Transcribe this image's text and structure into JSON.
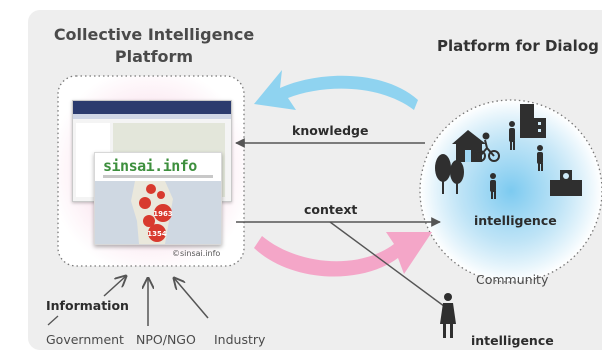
{
  "left_title": "Collective Intelligence Platform",
  "right_title": "Platform for Dialog",
  "site_brand": "sinsai.info",
  "site_copyright": "©sinsai.info",
  "arrow_labels": {
    "knowledge": "knowledge",
    "context": "context"
  },
  "cluster_values": [
    "1963",
    "1354"
  ],
  "community": {
    "label": "Community",
    "intelligence": "intelligence"
  },
  "individual": {
    "intelligence": "intelligence"
  },
  "sources": {
    "information": "Information",
    "items": [
      "Government",
      "NPO/NGO",
      "Industry"
    ]
  },
  "colors": {
    "background_panel": "#eeeeee",
    "cycle_arrow_top": "#8fd3f0",
    "cycle_arrow_bottom": "#f4a6c8",
    "community_glow": "#7ccaf0",
    "platform_glow": "#f7c9df",
    "connector": "#555555",
    "brand_green": "#3d8f3d",
    "cluster_red": "#d83a2e"
  },
  "icons": [
    "house-icon",
    "cyclist-icon",
    "tree-icon",
    "building-icon",
    "person-icon",
    "school-icon"
  ]
}
